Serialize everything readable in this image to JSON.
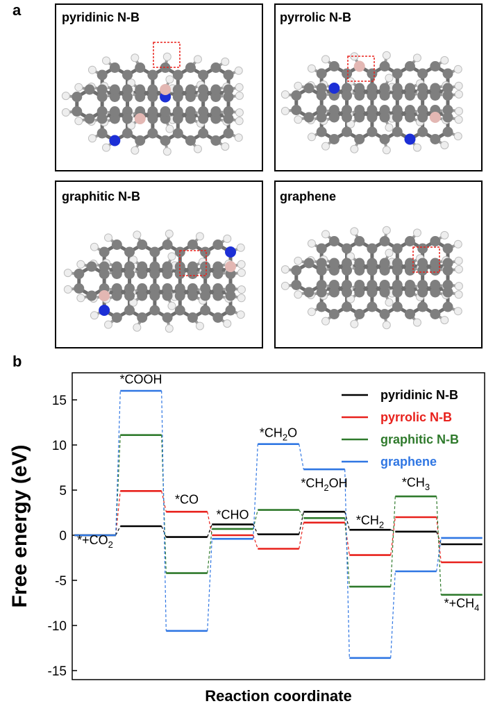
{
  "panel_a": {
    "label": "a",
    "structures": [
      {
        "title": "pyridinic N-B"
      },
      {
        "title": "pyrrolic N-B"
      },
      {
        "title": "graphitic N-B"
      },
      {
        "title": "graphene"
      }
    ],
    "atom_colors": {
      "carbon": "#7f7f7f",
      "hydrogen": "#eeeeee",
      "nitrogen": "#1c2fd6",
      "boron": "#e3b7b3",
      "site_box": "#e8211c"
    }
  },
  "panel_b": {
    "label": "b"
  },
  "chart_data": {
    "type": "line",
    "ylabel": "Free energy (eV)",
    "xlabel": "Reaction coordinate",
    "ylim": [
      -16,
      18
    ],
    "yticks": [
      -15,
      -10,
      -5,
      0,
      5,
      10,
      15
    ],
    "legend_position": "top-right",
    "steps": [
      "*+CO2",
      "*COOH",
      "*CO",
      "*CHO",
      "*CH2O",
      "*CH2OH",
      "*CH2",
      "*CH3",
      "*+CH4"
    ],
    "step_labels": [
      {
        "text": "*+CO",
        "sub": "2",
        "value": -1.0,
        "step": 0
      },
      {
        "text": "*COOH",
        "sub": "",
        "value": 16.8,
        "step": 1
      },
      {
        "text": "*CO",
        "sub": "",
        "value": 3.5,
        "step": 2
      },
      {
        "text": "*CHO",
        "sub": "",
        "value": 1.8,
        "step": 3
      },
      {
        "text": "*CH",
        "sub": "2",
        "tail": "O",
        "value": 10.9,
        "step": 4
      },
      {
        "text": "*CH",
        "sub": "2",
        "tail": "OH",
        "value": 5.3,
        "step": 5
      },
      {
        "text": "*CH",
        "sub": "2",
        "value": 1.2,
        "step": 6
      },
      {
        "text": "*CH",
        "sub": "3",
        "value": 5.4,
        "step": 7
      },
      {
        "text": "*+CH",
        "sub": "4",
        "value": -8.0,
        "step": 8
      }
    ],
    "series": [
      {
        "name": "pyridinic N-B",
        "color": "#000000",
        "values": [
          0,
          1.0,
          -0.2,
          1.2,
          0.1,
          2.6,
          0.6,
          0.4,
          -1.0
        ]
      },
      {
        "name": "pyrrolic N-B",
        "color": "#e8211c",
        "values": [
          0,
          4.9,
          2.6,
          0.0,
          -1.5,
          1.4,
          -2.2,
          2.0,
          -3.0
        ]
      },
      {
        "name": "graphitic N-B",
        "color": "#2f7a2c",
        "values": [
          0,
          11.1,
          -4.2,
          0.7,
          2.8,
          1.9,
          -5.7,
          4.3,
          -6.6
        ]
      },
      {
        "name": "graphene",
        "color": "#2f76e3",
        "values": [
          0,
          16.0,
          -10.6,
          -0.4,
          10.1,
          7.3,
          -13.6,
          -4.0,
          -0.3
        ]
      }
    ]
  }
}
